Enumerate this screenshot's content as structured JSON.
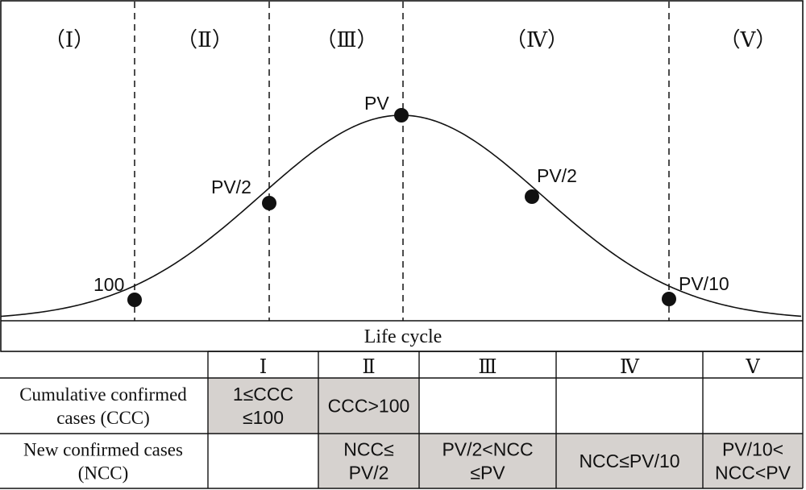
{
  "colors": {
    "line": "#111111",
    "shaded_cell": "#d6d2cf",
    "background": "#ffffff"
  },
  "phases": [
    {
      "top_label": "（Ⅰ）",
      "table_label": "Ⅰ"
    },
    {
      "top_label": "（Ⅱ）",
      "table_label": "Ⅱ"
    },
    {
      "top_label": "（Ⅲ）",
      "table_label": "Ⅲ"
    },
    {
      "top_label": "（Ⅳ）",
      "table_label": "Ⅳ"
    },
    {
      "top_label": "（Ⅴ）",
      "table_label": "Ⅴ"
    }
  ],
  "curve_points": [
    {
      "label": "100"
    },
    {
      "label": "PV/2"
    },
    {
      "label": "PV"
    },
    {
      "label": "PV/2"
    },
    {
      "label": "PV/10"
    }
  ],
  "axis_label": "Life cycle",
  "table": {
    "rows": [
      {
        "header_lines": [
          "Cumulative confirmed",
          "cases (CCC)"
        ],
        "cells": [
          {
            "lines": [
              "1≤CCC",
              "≤100"
            ],
            "shaded": true
          },
          {
            "lines": [
              "CCC>100"
            ],
            "shaded": true
          },
          {
            "lines": [],
            "shaded": false
          },
          {
            "lines": [],
            "shaded": false
          },
          {
            "lines": [],
            "shaded": false
          }
        ]
      },
      {
        "header_lines": [
          "New confirmed cases",
          "(NCC)"
        ],
        "cells": [
          {
            "lines": [],
            "shaded": false
          },
          {
            "lines": [
              "NCC≤",
              "PV/2"
            ],
            "shaded": true
          },
          {
            "lines": [
              "PV/2<NCC",
              "≤PV"
            ],
            "shaded": true
          },
          {
            "lines": [
              "NCC≤PV/10"
            ],
            "shaded": true
          },
          {
            "lines": [
              "PV/10<",
              "NCC<PV"
            ],
            "shaded": true
          }
        ]
      }
    ]
  }
}
